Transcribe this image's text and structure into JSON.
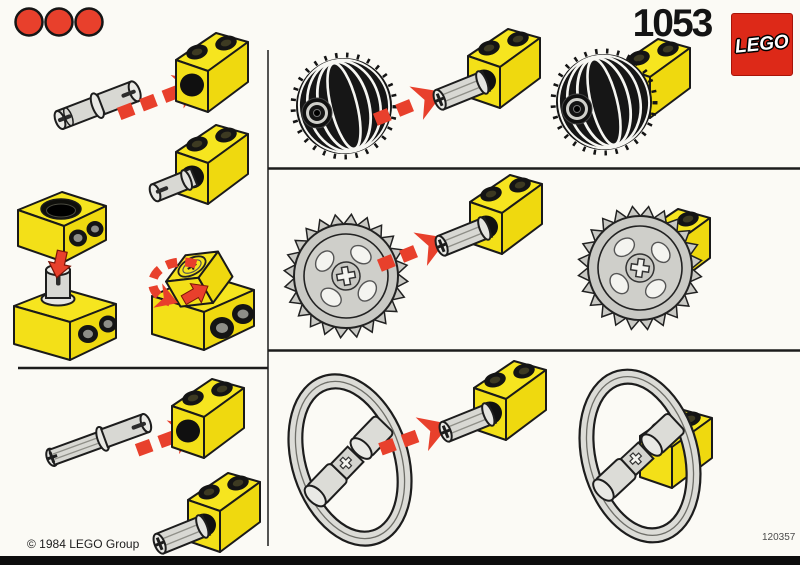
{
  "sheet": {
    "set_number": "1053",
    "logo_text": "LEGO",
    "difficulty_dots": 3,
    "footer": {
      "copyright": "© 1984 LEGO Group",
      "print_number": "120357"
    },
    "colors": {
      "accent_red": "#e8402c",
      "brick_yellow": "#f3e018",
      "logo_red": "#dd2918",
      "grey_part": "#d8d8d3",
      "wheel_black": "#161616",
      "outline": "#1a1a1a",
      "paper": "#fbfaf5"
    },
    "diagrams": {
      "left_top": "connector-pin-into-technic-brick",
      "left_middle": "turntable-brick-stack-and-rotate",
      "left_bottom": "axle-pin-into-technic-brick",
      "right_top": "balloon-wheel-onto-axle-brick",
      "right_middle": "gear-wheel-onto-axle-brick",
      "right_bottom": "steering-wheel-onto-axle-brick"
    }
  }
}
